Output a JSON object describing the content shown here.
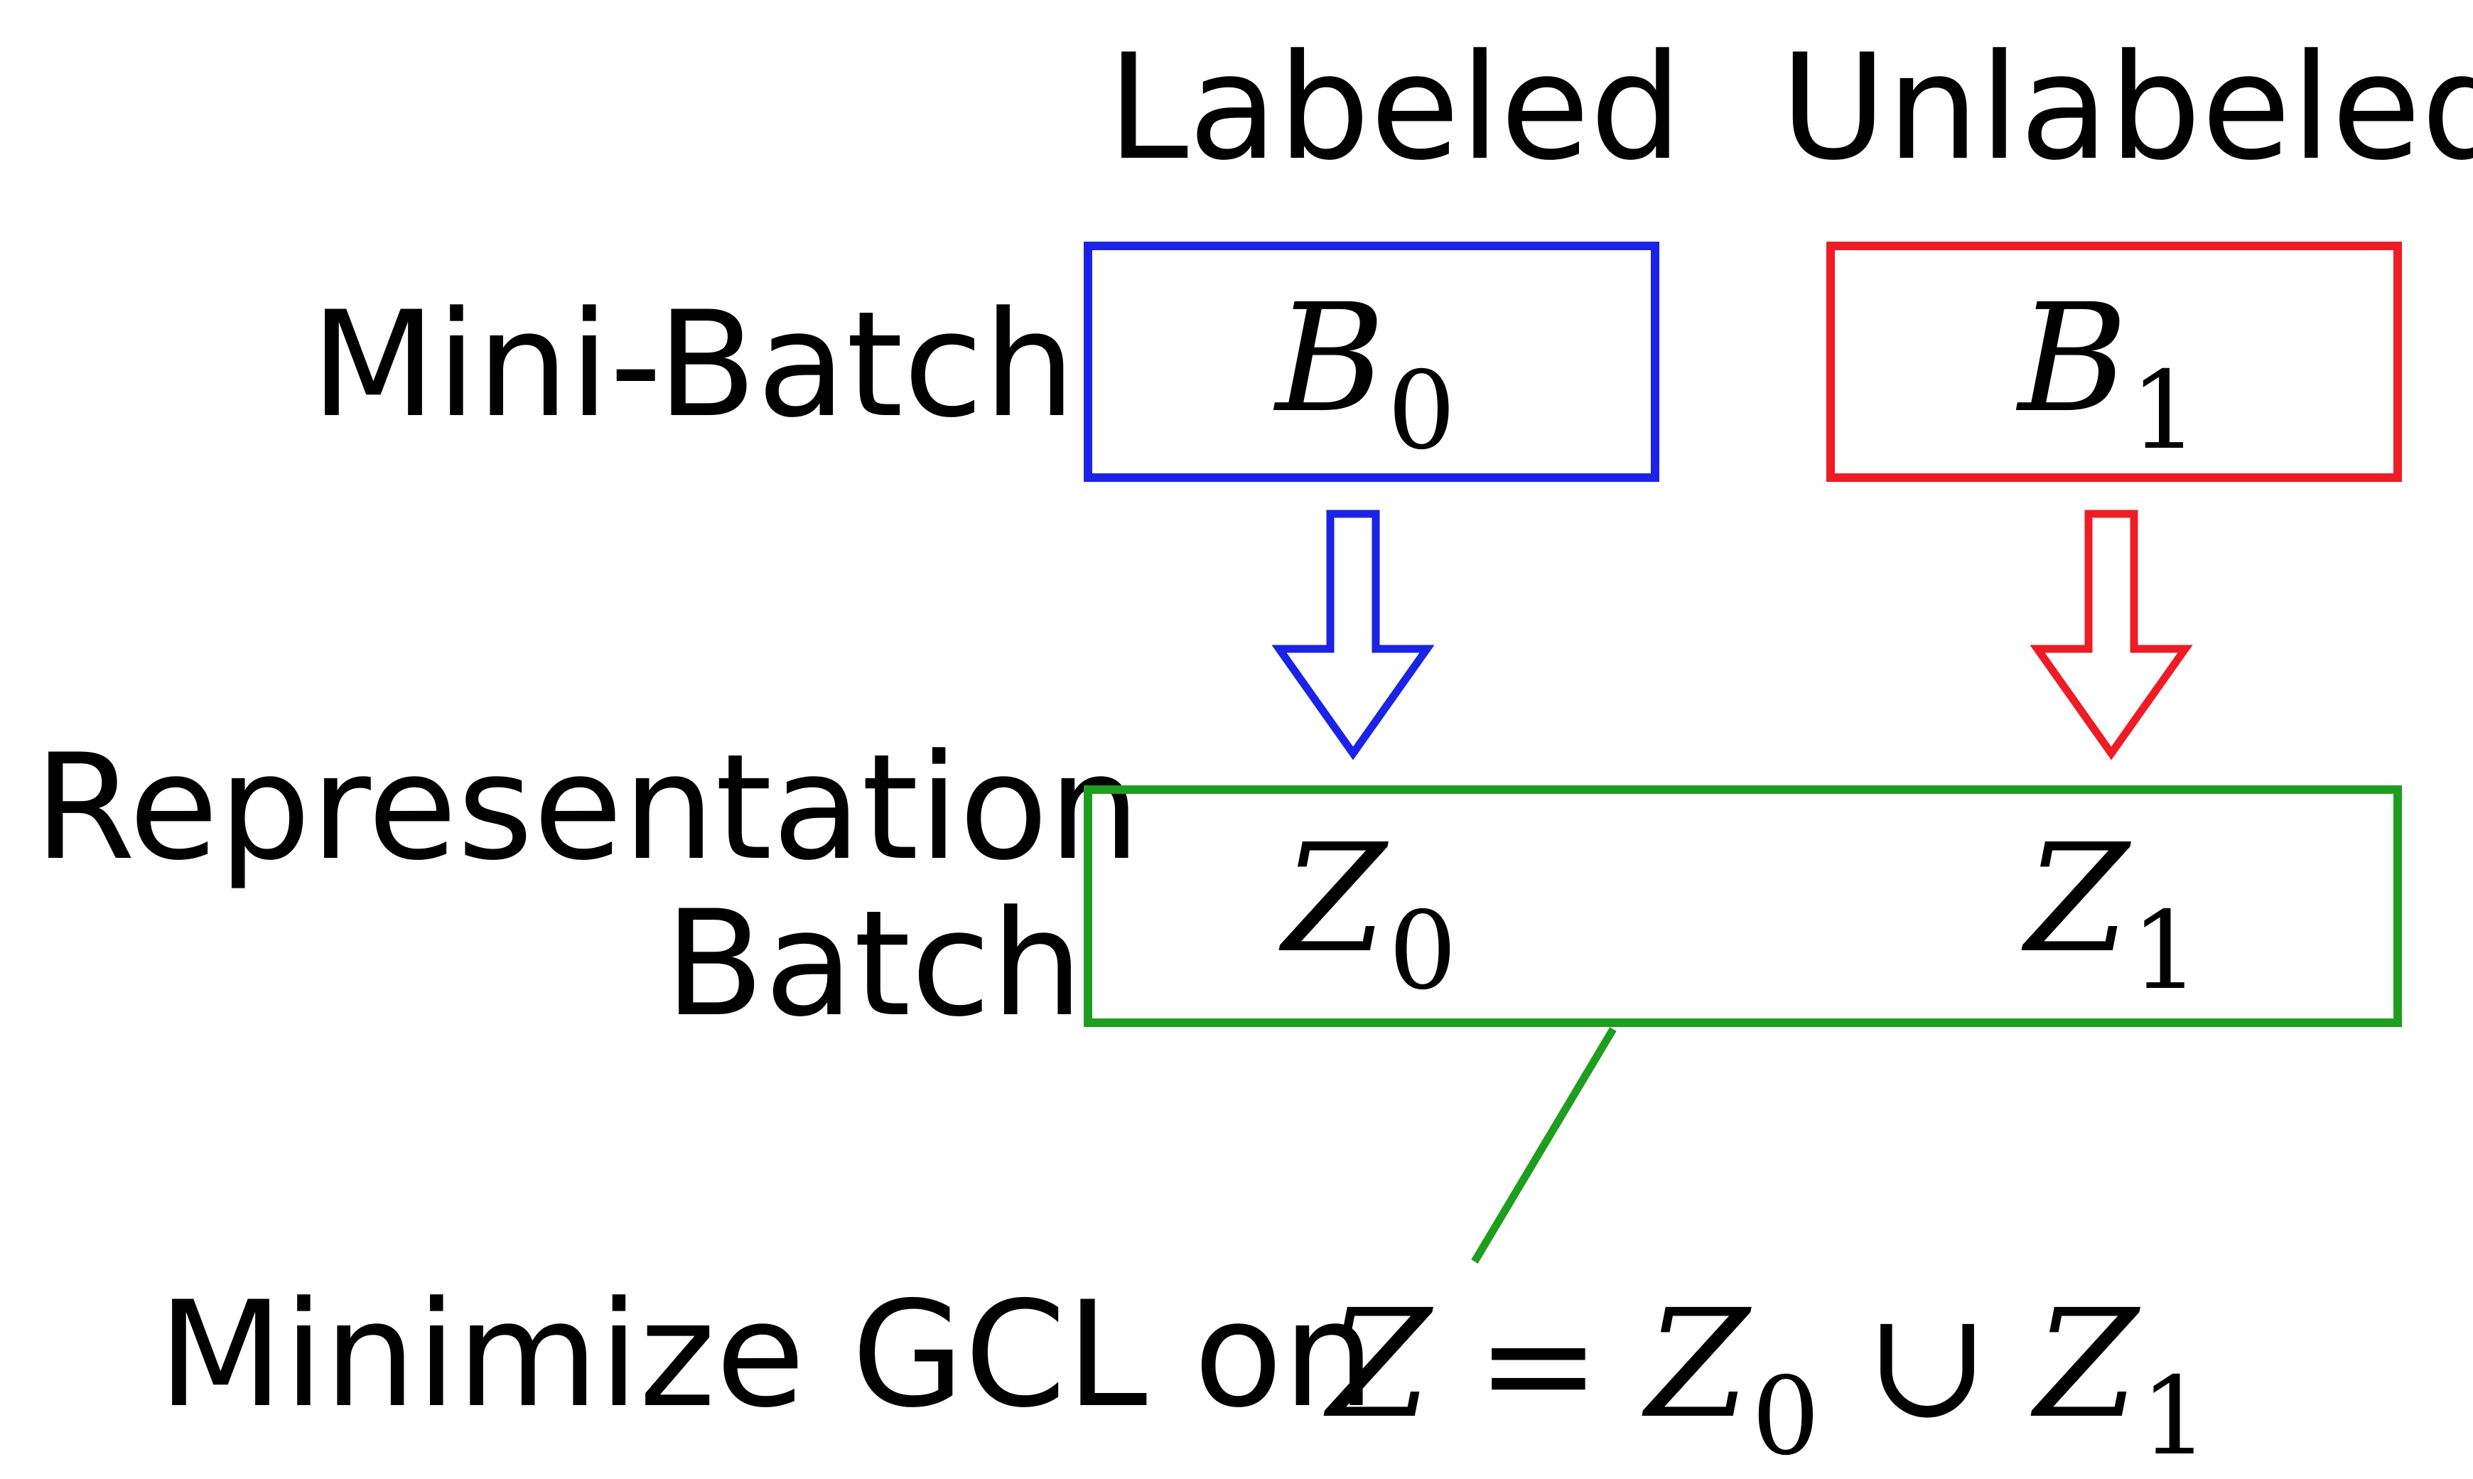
{
  "columns": {
    "labeled": "Labeled",
    "unlabeled": "Unlabeled"
  },
  "rows": {
    "mini_batch": "Mini-Batch",
    "representation_line1": "Representation",
    "representation_line2": "Batch"
  },
  "math": {
    "b0_base": "B",
    "b0_sub": "0",
    "b1_base": "B",
    "b1_sub": "1",
    "z0_base": "Z",
    "z0_sub": "0",
    "z1_base": "Z",
    "z1_sub": "1"
  },
  "footer": {
    "text": "Minimize GCL on",
    "eq_lhs": "Z",
    "eq_sign": "=",
    "eq_z0_base": "Z",
    "eq_z0_sub": "0",
    "eq_union": "∪",
    "eq_z1_base": "Z",
    "eq_z1_sub": "1"
  },
  "colors": {
    "labeled": "#1a23e6",
    "unlabeled": "#ee1c25",
    "representation": "#1e9e1e"
  }
}
